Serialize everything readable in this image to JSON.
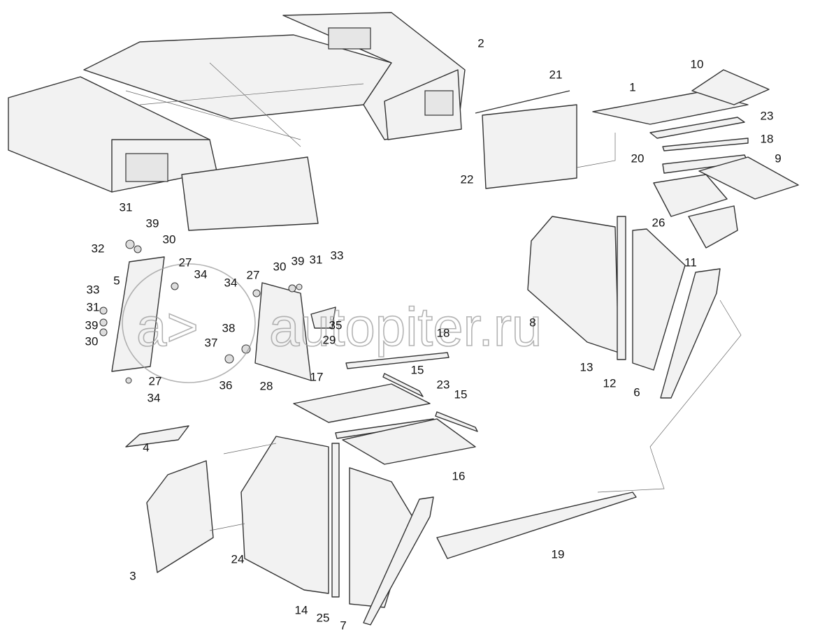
{
  "diagram": {
    "title": "Exploded view of cab frame and panels",
    "watermark": "autopiter.ru",
    "watermark_logo": "a>",
    "callouts": [
      "2",
      "21",
      "10",
      "1",
      "23",
      "18",
      "20",
      "9",
      "22",
      "26",
      "11",
      "31",
      "39",
      "32",
      "30",
      "27",
      "34",
      "5",
      "33",
      "31",
      "39",
      "30",
      "34",
      "27",
      "30",
      "39",
      "31",
      "33",
      "38",
      "37",
      "35",
      "29",
      "18",
      "36",
      "28",
      "27",
      "34",
      "8",
      "13",
      "12",
      "6",
      "15",
      "17",
      "23",
      "15",
      "4",
      "16",
      "19",
      "3",
      "24",
      "14",
      "25",
      "7"
    ]
  }
}
